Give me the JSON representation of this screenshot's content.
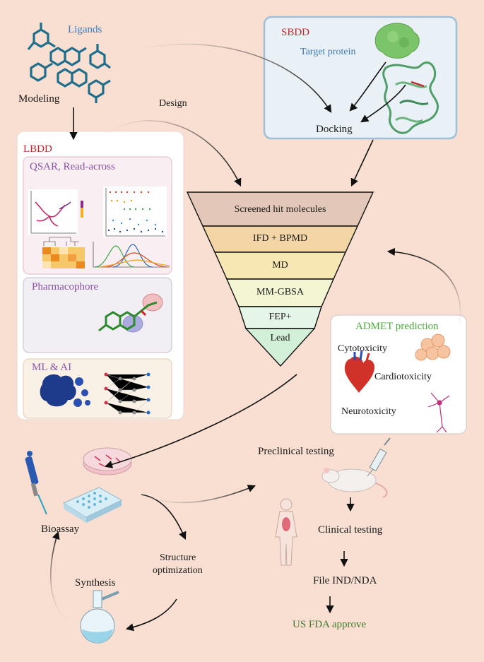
{
  "ligands": {
    "title": "Ligands",
    "modeling": "Modeling"
  },
  "design_label": "Design",
  "sbdd": {
    "title": "SBDD",
    "target": "Target protein",
    "docking": "Docking"
  },
  "lbdd": {
    "title": "LBDD",
    "qsar": "QSAR, Read-across",
    "pharmacophore": "Pharmacophore",
    "ml": "ML & AI"
  },
  "funnel": [
    "Screened hit molecules",
    "IFD + BPMD",
    "MD",
    "MM-GBSA",
    "FEP+",
    "Lead"
  ],
  "admet": {
    "title": "ADMET prediction",
    "cyto": "Cytotoxicity",
    "cardio": "Cardiotoxicity",
    "neuro": "Neurotoxicity"
  },
  "cycle": {
    "bioassay": "Bioassay",
    "structure_opt_1": "Structure",
    "structure_opt_2": "optimization",
    "synthesis": "Synthesis"
  },
  "pipeline": {
    "preclinical": "Preclinical testing",
    "clinical": "Clinical testing",
    "file": "File IND/NDA",
    "fda": "US FDA approve"
  },
  "colors": {
    "background": "#f8dfd2",
    "red_title": "#c0272d",
    "blue_title": "#3d7ab8",
    "purple_title": "#8a52a8",
    "green_title": "#4bab3a",
    "dark_green": "#3e7a2e"
  }
}
